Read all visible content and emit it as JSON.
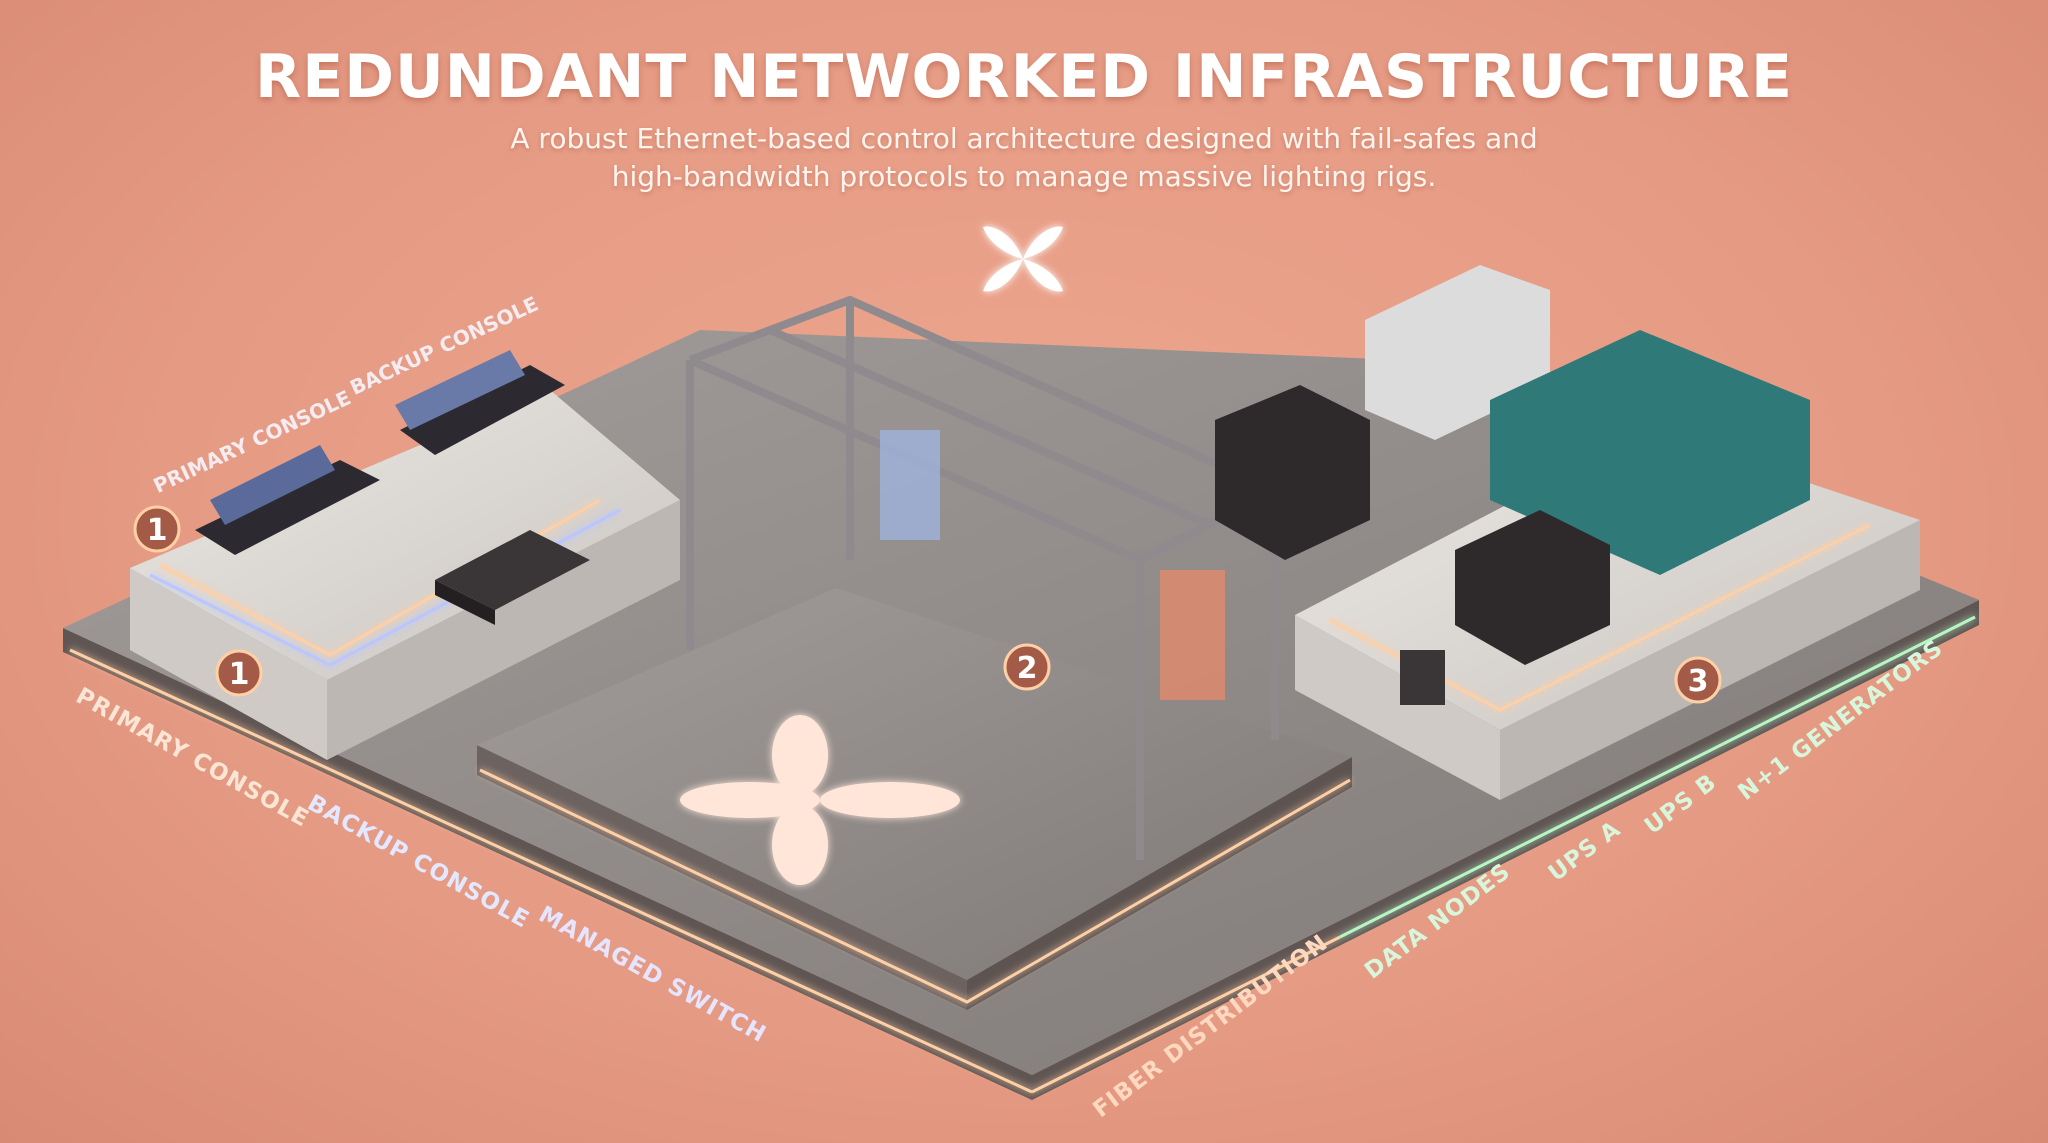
{
  "header": {
    "title": "REDUNDANT NETWORKED INFRASTRUCTURE",
    "subtitle_line1": "A robust Ethernet-based control architecture designed with fail-safes and",
    "subtitle_line2": "high-bandwidth protocols to manage massive lighting rigs."
  },
  "logo": {
    "icon": "four-petal-star-icon"
  },
  "platform_labels": {
    "primary_console": "PRIMARY CONSOLE",
    "backup_console": "BACKUP CONSOLE"
  },
  "badges": [
    "1",
    "1",
    "2",
    "3"
  ],
  "edge_labels_left": [
    {
      "text": "PRIMARY CONSOLE",
      "color": "#fbe6d6"
    },
    {
      "text": "BACKUP CONSOLE",
      "color": "#e4e8ff"
    },
    {
      "text": "MANAGED SWITCH",
      "color": "#e6e4ff"
    }
  ],
  "edge_labels_right": [
    {
      "text": "FIBER DISTRIBUTION",
      "color": "#ffd9bf"
    },
    {
      "text": "DATA NODES",
      "color": "#d8f6dc"
    },
    {
      "text": "UPS A",
      "color": "#d8f6dc"
    },
    {
      "text": "UPS B",
      "color": "#d8f6dc"
    },
    {
      "text": "N+1 GENERATORS",
      "color": "#d8f6dc"
    }
  ],
  "colors": {
    "background": "#e59a83",
    "platform": "#8f8a88",
    "marble": "#dcd8d4",
    "glow_orange": "#ffcfa6",
    "glow_green": "#b8f5c4",
    "glow_blue": "#b9c6ff",
    "badge": "#a35a46",
    "generator": "#2f7a78"
  }
}
